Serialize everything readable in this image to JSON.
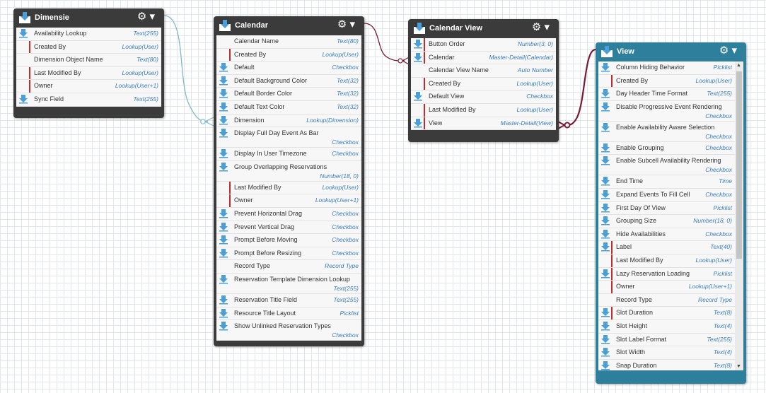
{
  "objects": {
    "dimensie": {
      "title": "Dimensie",
      "fields": [
        {
          "name": "Availability Lookup",
          "type": "Text(255)",
          "icon": "download-icon",
          "marker": false
        },
        {
          "name": "Created By",
          "type": "Lookup(User)",
          "icon": "none",
          "marker": true
        },
        {
          "name": "Dimension Object Name",
          "type": "Text(80)",
          "icon": "none",
          "marker": false
        },
        {
          "name": "Last Modified By",
          "type": "Lookup(User)",
          "icon": "none",
          "marker": true
        },
        {
          "name": "Owner",
          "type": "Lookup(User+1)",
          "icon": "none",
          "marker": true
        },
        {
          "name": "Sync Field",
          "type": "Text(255)",
          "icon": "download-icon",
          "marker": false
        }
      ]
    },
    "calendar": {
      "title": "Calendar",
      "fields": [
        {
          "name": "Calendar Name",
          "type": "Text(80)",
          "icon": "none",
          "marker": false
        },
        {
          "name": "Created By",
          "type": "Lookup(User)",
          "icon": "none",
          "marker": true
        },
        {
          "name": "Default",
          "type": "Checkbox",
          "icon": "download-icon",
          "marker": false
        },
        {
          "name": "Default Background Color",
          "type": "Text(32)",
          "icon": "download-icon",
          "marker": false
        },
        {
          "name": "Default Border Color",
          "type": "Text(32)",
          "icon": "download-icon",
          "marker": false
        },
        {
          "name": "Default Text Color",
          "type": "Text(32)",
          "icon": "download-icon",
          "marker": false
        },
        {
          "name": "Dimension",
          "type": "Lookup(Dimension)",
          "icon": "download-icon",
          "marker": false
        },
        {
          "name": "Display Full Day Event As Bar",
          "type": "Checkbox",
          "icon": "download-icon",
          "marker": false,
          "tall": true
        },
        {
          "name": "Display In User Timezone",
          "type": "Checkbox",
          "icon": "download-icon",
          "marker": false
        },
        {
          "name": "Group Overlapping Reservations",
          "type": "Number(18, 0)",
          "icon": "download-icon",
          "marker": false,
          "tall": true
        },
        {
          "name": "Last Modified By",
          "type": "Lookup(User)",
          "icon": "none",
          "marker": true
        },
        {
          "name": "Owner",
          "type": "Lookup(User+1)",
          "icon": "none",
          "marker": true
        },
        {
          "name": "Prevent Horizontal Drag",
          "type": "Checkbox",
          "icon": "download-icon",
          "marker": false
        },
        {
          "name": "Prevent Vertical Drag",
          "type": "Checkbox",
          "icon": "download-icon",
          "marker": false
        },
        {
          "name": "Prompt Before Moving",
          "type": "Checkbox",
          "icon": "download-icon",
          "marker": false
        },
        {
          "name": "Prompt Before Resizing",
          "type": "Checkbox",
          "icon": "download-icon",
          "marker": false
        },
        {
          "name": "Record Type",
          "type": "Record Type",
          "icon": "none",
          "marker": false
        },
        {
          "name": "Reservation Template Dimension Lookup",
          "type": "Text(255)",
          "icon": "download-icon",
          "marker": false,
          "tall": true
        },
        {
          "name": "Reservation Title Field",
          "type": "Text(255)",
          "icon": "download-icon",
          "marker": false
        },
        {
          "name": "Resource Title Layout",
          "type": "Picklist",
          "icon": "download-icon",
          "marker": false
        },
        {
          "name": "Show Unlinked Reservation Types",
          "type": "Checkbox",
          "icon": "download-icon",
          "marker": false,
          "tall": true
        }
      ]
    },
    "calendar_view": {
      "title": "Calendar View",
      "fields": [
        {
          "name": "Button Order",
          "type": "Number(3, 0)",
          "icon": "download-icon",
          "marker": true
        },
        {
          "name": "Calendar",
          "type": "Master-Detail(Calendar)",
          "icon": "download-icon",
          "marker": true
        },
        {
          "name": "Calendar View Name",
          "type": "Auto Number",
          "icon": "none",
          "marker": false
        },
        {
          "name": "Created By",
          "type": "Lookup(User)",
          "icon": "none",
          "marker": true
        },
        {
          "name": "Default View",
          "type": "Checkbox",
          "icon": "download-icon",
          "marker": false
        },
        {
          "name": "Last Modified By",
          "type": "Lookup(User)",
          "icon": "none",
          "marker": true
        },
        {
          "name": "View",
          "type": "Master-Detail(View)",
          "icon": "download-icon",
          "marker": true
        }
      ]
    },
    "view": {
      "title": "View",
      "fields": [
        {
          "name": "Column Hiding Behavior",
          "type": "Picklist",
          "icon": "download-icon",
          "marker": false
        },
        {
          "name": "Created By",
          "type": "Lookup(User)",
          "icon": "none",
          "marker": true
        },
        {
          "name": "Day Header Time Format",
          "type": "Text(255)",
          "icon": "download-icon",
          "marker": false
        },
        {
          "name": "Disable Progressive Event Rendering",
          "type": "Checkbox",
          "icon": "download-icon",
          "marker": false,
          "tall": true
        },
        {
          "name": "Enable Availability Aware Selection",
          "type": "Checkbox",
          "icon": "download-icon",
          "marker": false,
          "tall": true
        },
        {
          "name": "Enable Grouping",
          "type": "Checkbox",
          "icon": "download-icon",
          "marker": false
        },
        {
          "name": "Enable Subcell Availability Rendering",
          "type": "Checkbox",
          "icon": "download-icon",
          "marker": false,
          "tall": true
        },
        {
          "name": "End Time",
          "type": "Time",
          "icon": "download-icon",
          "marker": false
        },
        {
          "name": "Expand Events To Fill Cell",
          "type": "Checkbox",
          "icon": "download-icon",
          "marker": false
        },
        {
          "name": "First Day Of View",
          "type": "Picklist",
          "icon": "download-icon",
          "marker": false
        },
        {
          "name": "Grouping Size",
          "type": "Number(18, 0)",
          "icon": "download-icon",
          "marker": false
        },
        {
          "name": "Hide Availabilities",
          "type": "Checkbox",
          "icon": "download-icon",
          "marker": false
        },
        {
          "name": "Label",
          "type": "Text(40)",
          "icon": "download-icon",
          "marker": true
        },
        {
          "name": "Last Modified By",
          "type": "Lookup(User)",
          "icon": "none",
          "marker": true
        },
        {
          "name": "Lazy Reservation Loading",
          "type": "Picklist",
          "icon": "download-icon",
          "marker": true
        },
        {
          "name": "Owner",
          "type": "Lookup(User+1)",
          "icon": "none",
          "marker": true
        },
        {
          "name": "Record Type",
          "type": "Record Type",
          "icon": "none",
          "marker": false
        },
        {
          "name": "Slot Duration",
          "type": "Text(8)",
          "icon": "download-icon",
          "marker": true
        },
        {
          "name": "Slot Height",
          "type": "Text(4)",
          "icon": "download-icon",
          "marker": false
        },
        {
          "name": "Slot Label Format",
          "type": "Text(255)",
          "icon": "download-icon",
          "marker": false
        },
        {
          "name": "Slot Width",
          "type": "Text(4)",
          "icon": "download-icon",
          "marker": false
        },
        {
          "name": "Snap Duration",
          "type": "Text(8)",
          "icon": "download-icon",
          "marker": false
        }
      ]
    }
  },
  "icons": {
    "gear": "gear-icon",
    "dropdown": "chevron-down-icon",
    "header": "download-icon"
  },
  "colors": {
    "header_dark": "#3b3b3b",
    "header_teal": "#2e7f9b",
    "field_type": "#3a7dba",
    "marker": "#c22b2b",
    "link_lookup": "#7fb8c9",
    "link_master_detail": "#7a1a32"
  }
}
